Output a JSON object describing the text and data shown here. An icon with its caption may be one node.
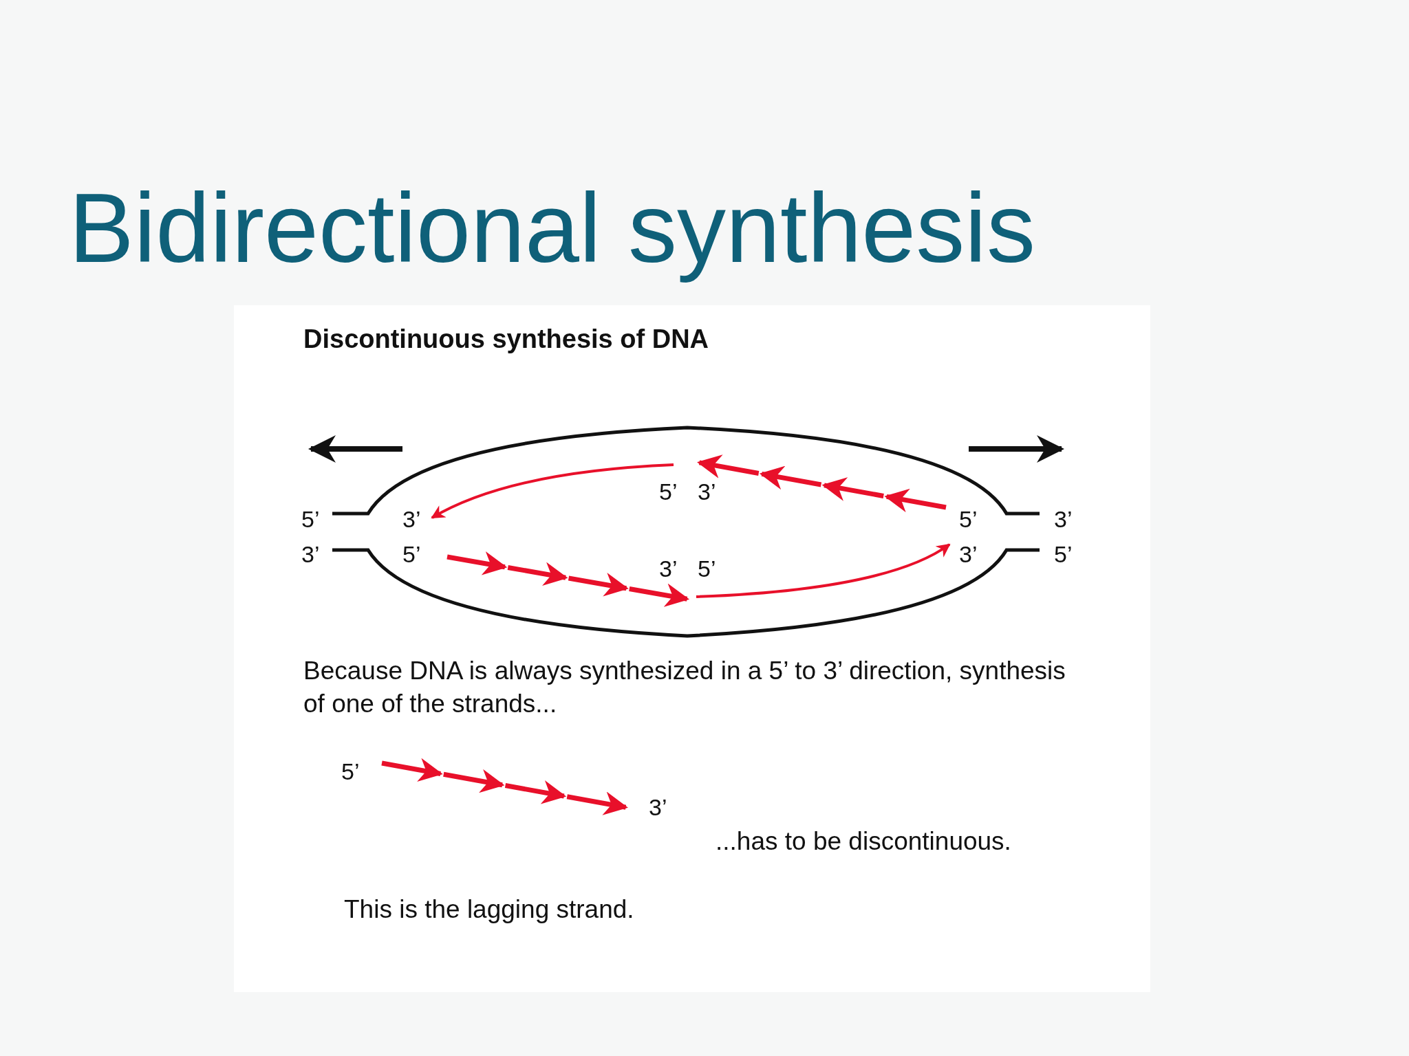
{
  "diagram": {
    "title": "Bidirectional synthesis",
    "labels": [
      "Discontinuous synthesis of DNA",
      "5’",
      "3’",
      "5’",
      "3’",
      "5’",
      "3’",
      "3’",
      "5’",
      "3’",
      "5’",
      "3’",
      "5’",
      "Because DNA is always synthesized in a 5’ to 3’ direction, synthesis of one of the strands...",
      "5’",
      "3’",
      "...has to be discontinuous.",
      "This is the lagging strand."
    ]
  }
}
